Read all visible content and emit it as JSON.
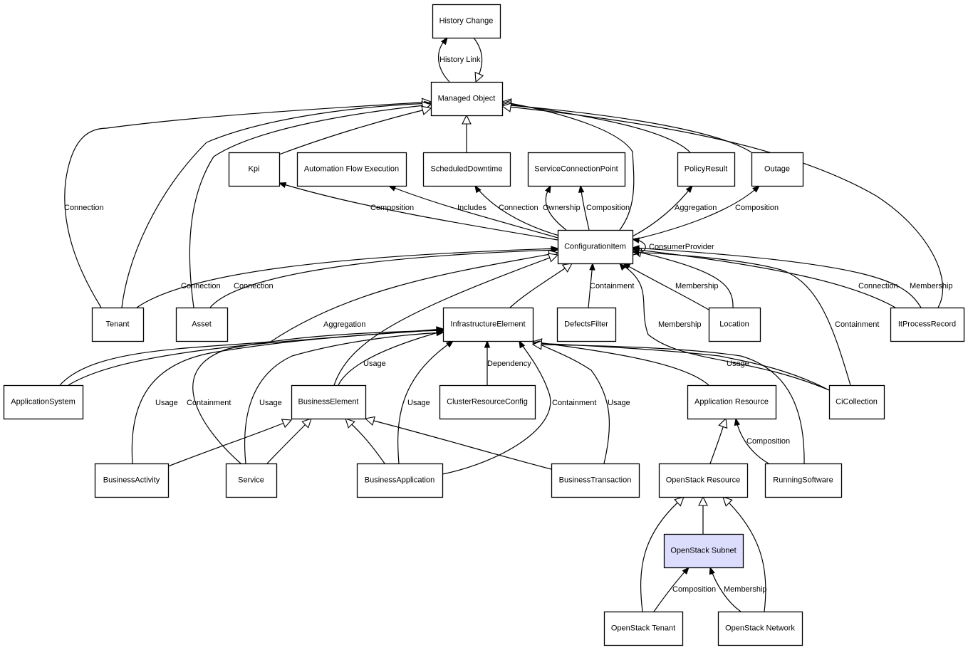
{
  "diagram": {
    "type": "uml-class-relationship-graph",
    "focus_node": "OpenStack Subnet",
    "colors": {
      "focus_fill": "#dcdcfc",
      "node_fill": "#ffffff",
      "stroke": "#000000"
    },
    "nodes": [
      {
        "id": "history_change",
        "label": "History Change"
      },
      {
        "id": "managed_object",
        "label": "Managed Object"
      },
      {
        "id": "kpi",
        "label": "Kpi"
      },
      {
        "id": "automation_flow_execution",
        "label": "Automation Flow Execution"
      },
      {
        "id": "scheduled_downtime",
        "label": "ScheduledDowntime"
      },
      {
        "id": "service_connection_point",
        "label": "ServiceConnectionPoint"
      },
      {
        "id": "policy_result",
        "label": "PolicyResult"
      },
      {
        "id": "outage",
        "label": "Outage"
      },
      {
        "id": "configuration_item",
        "label": "ConfigurationItem"
      },
      {
        "id": "tenant",
        "label": "Tenant"
      },
      {
        "id": "asset",
        "label": "Asset"
      },
      {
        "id": "infrastructure_element",
        "label": "InfrastructureElement"
      },
      {
        "id": "defects_filter",
        "label": "DefectsFilter"
      },
      {
        "id": "location",
        "label": "Location"
      },
      {
        "id": "it_process_record",
        "label": "ItProcessRecord"
      },
      {
        "id": "application_system",
        "label": "ApplicationSystem"
      },
      {
        "id": "business_element",
        "label": "BusinessElement"
      },
      {
        "id": "cluster_resource_config",
        "label": "ClusterResourceConfig"
      },
      {
        "id": "application_resource",
        "label": "Application Resource"
      },
      {
        "id": "ci_collection",
        "label": "CiCollection"
      },
      {
        "id": "business_activity",
        "label": "BusinessActivity"
      },
      {
        "id": "service",
        "label": "Service"
      },
      {
        "id": "business_application",
        "label": "BusinessApplication"
      },
      {
        "id": "business_transaction",
        "label": "BusinessTransaction"
      },
      {
        "id": "openstack_resource",
        "label": "OpenStack Resource"
      },
      {
        "id": "running_software",
        "label": "RunningSoftware"
      },
      {
        "id": "openstack_subnet",
        "label": "OpenStack Subnet"
      },
      {
        "id": "openstack_tenant",
        "label": "OpenStack Tenant"
      },
      {
        "id": "openstack_network",
        "label": "OpenStack Network"
      }
    ],
    "edges": [
      {
        "from": "managed_object",
        "to": "history_change",
        "kind": "association",
        "label": "History Link"
      },
      {
        "from": "history_change",
        "to": "managed_object",
        "kind": "inheritance",
        "label": ""
      },
      {
        "from": "tenant",
        "to": "managed_object",
        "kind": "inheritance",
        "label": ""
      },
      {
        "from": "tenant",
        "to": "managed_object",
        "kind": "association",
        "label": "Connection"
      },
      {
        "from": "asset",
        "to": "managed_object",
        "kind": "inheritance",
        "label": ""
      },
      {
        "from": "kpi",
        "to": "managed_object",
        "kind": "inheritance",
        "label": ""
      },
      {
        "from": "scheduled_downtime",
        "to": "managed_object",
        "kind": "inheritance",
        "label": ""
      },
      {
        "from": "configuration_item",
        "to": "managed_object",
        "kind": "inheritance",
        "label": ""
      },
      {
        "from": "policy_result",
        "to": "managed_object",
        "kind": "inheritance",
        "label": ""
      },
      {
        "from": "outage",
        "to": "managed_object",
        "kind": "inheritance",
        "label": ""
      },
      {
        "from": "it_process_record",
        "to": "managed_object",
        "kind": "inheritance",
        "label": ""
      },
      {
        "from": "configuration_item",
        "to": "kpi",
        "kind": "association",
        "label": "Composition"
      },
      {
        "from": "configuration_item",
        "to": "automation_flow_execution",
        "kind": "association",
        "label": "Includes"
      },
      {
        "from": "configuration_item",
        "to": "scheduled_downtime",
        "kind": "association",
        "label": "Connection"
      },
      {
        "from": "configuration_item",
        "to": "service_connection_point",
        "kind": "association",
        "label": "Ownership"
      },
      {
        "from": "configuration_item",
        "to": "service_connection_point",
        "kind": "association",
        "label": "Composition"
      },
      {
        "from": "configuration_item",
        "to": "policy_result",
        "kind": "association",
        "label": "Aggregation"
      },
      {
        "from": "configuration_item",
        "to": "outage",
        "kind": "association",
        "label": "Composition"
      },
      {
        "from": "configuration_item",
        "to": "configuration_item",
        "kind": "association",
        "label": "ConsumerProvider"
      },
      {
        "from": "tenant",
        "to": "configuration_item",
        "kind": "association",
        "label": "Connection"
      },
      {
        "from": "asset",
        "to": "configuration_item",
        "kind": "association",
        "label": "Connection"
      },
      {
        "from": "application_system",
        "to": "configuration_item",
        "kind": "inheritance",
        "label": ""
      },
      {
        "from": "application_system",
        "to": "infrastructure_element",
        "kind": "association",
        "label": "Aggregation"
      },
      {
        "from": "business_element",
        "to": "configuration_item",
        "kind": "inheritance",
        "label": ""
      },
      {
        "from": "infrastructure_element",
        "to": "configuration_item",
        "kind": "inheritance",
        "label": ""
      },
      {
        "from": "defects_filter",
        "to": "configuration_item",
        "kind": "association",
        "label": "Containment"
      },
      {
        "from": "location",
        "to": "configuration_item",
        "kind": "association",
        "label": "Membership"
      },
      {
        "from": "location",
        "to": "configuration_item",
        "kind": "inheritance",
        "label": ""
      },
      {
        "from": "ci_collection",
        "to": "configuration_item",
        "kind": "association",
        "label": "Membership"
      },
      {
        "from": "ci_collection",
        "to": "configuration_item",
        "kind": "association",
        "label": "Containment"
      },
      {
        "from": "it_process_record",
        "to": "configuration_item",
        "kind": "association",
        "label": "Connection"
      },
      {
        "from": "it_process_record",
        "to": "configuration_item",
        "kind": "association",
        "label": "Membership"
      },
      {
        "from": "business_element",
        "to": "infrastructure_element",
        "kind": "association",
        "label": "Usage"
      },
      {
        "from": "business_activity",
        "to": "infrastructure_element",
        "kind": "association",
        "label": "Usage"
      },
      {
        "from": "service",
        "to": "infrastructure_element",
        "kind": "association",
        "label": "Containment"
      },
      {
        "from": "service",
        "to": "infrastructure_element",
        "kind": "association",
        "label": "Usage"
      },
      {
        "from": "business_application",
        "to": "infrastructure_element",
        "kind": "association",
        "label": "Usage"
      },
      {
        "from": "cluster_resource_config",
        "to": "infrastructure_element",
        "kind": "association",
        "label": "Dependency"
      },
      {
        "from": "business_application",
        "to": "infrastructure_element",
        "kind": "association",
        "label": "Containment"
      },
      {
        "from": "business_transaction",
        "to": "infrastructure_element",
        "kind": "association",
        "label": "Usage"
      },
      {
        "from": "application_resource",
        "to": "infrastructure_element",
        "kind": "inheritance",
        "label": ""
      },
      {
        "from": "ci_collection",
        "to": "infrastructure_element",
        "kind": "association",
        "label": "Usage"
      },
      {
        "from": "running_software",
        "to": "infrastructure_element",
        "kind": "inheritance",
        "label": ""
      },
      {
        "from": "business_activity",
        "to": "business_element",
        "kind": "inheritance",
        "label": ""
      },
      {
        "from": "service",
        "to": "business_element",
        "kind": "inheritance",
        "label": ""
      },
      {
        "from": "business_application",
        "to": "business_element",
        "kind": "inheritance",
        "label": ""
      },
      {
        "from": "business_transaction",
        "to": "business_element",
        "kind": "inheritance",
        "label": ""
      },
      {
        "from": "openstack_resource",
        "to": "application_resource",
        "kind": "inheritance",
        "label": ""
      },
      {
        "from": "running_software",
        "to": "application_resource",
        "kind": "association",
        "label": "Composition"
      },
      {
        "from": "openstack_subnet",
        "to": "openstack_resource",
        "kind": "inheritance",
        "label": ""
      },
      {
        "from": "openstack_tenant",
        "to": "openstack_resource",
        "kind": "inheritance",
        "label": ""
      },
      {
        "from": "openstack_network",
        "to": "openstack_resource",
        "kind": "inheritance",
        "label": ""
      },
      {
        "from": "openstack_tenant",
        "to": "openstack_subnet",
        "kind": "association",
        "label": "Composition"
      },
      {
        "from": "openstack_network",
        "to": "openstack_subnet",
        "kind": "association",
        "label": "Membership"
      }
    ]
  }
}
